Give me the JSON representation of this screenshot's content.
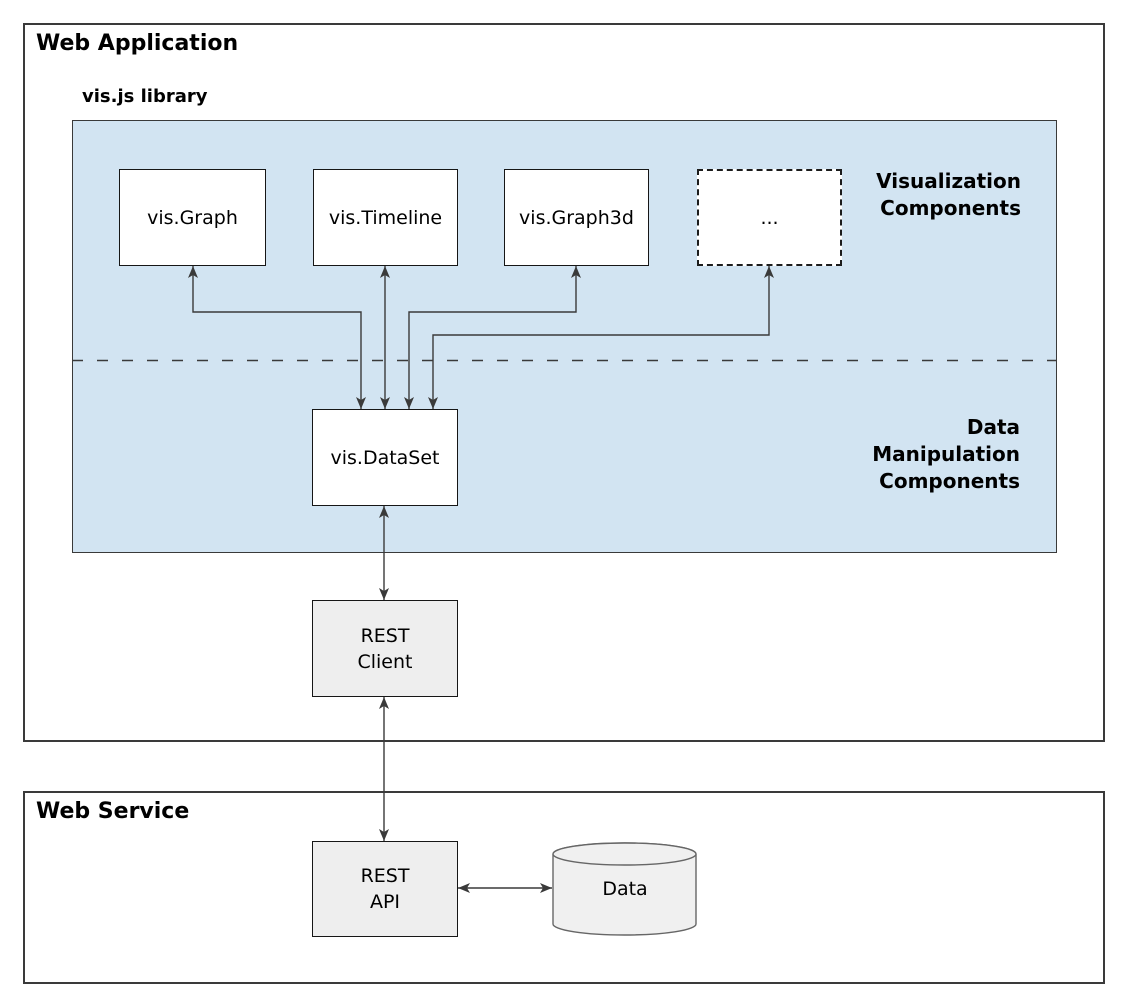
{
  "app": {
    "title": "Web Application"
  },
  "library": {
    "label": "vis.js library"
  },
  "service": {
    "title": "Web Service"
  },
  "nodes": {
    "graph": {
      "label": "vis.Graph"
    },
    "timeline": {
      "label": "vis.Timeline"
    },
    "graph3d": {
      "label": "vis.Graph3d"
    },
    "more": {
      "label": "..."
    },
    "dataset": {
      "label": "vis.DataSet"
    },
    "rest_client": {
      "line1": "REST",
      "line2": "Client"
    },
    "rest_api": {
      "line1": "REST",
      "line2": "API"
    },
    "data_store": {
      "label": "Data"
    }
  },
  "sections": {
    "visualization": {
      "line1": "Visualization",
      "line2": "Components"
    },
    "data_manipulation": {
      "line1": "Data",
      "line2": "Manipulation",
      "line3": "Components"
    }
  },
  "colors": {
    "panel_fill": "#d2e4f2",
    "node_fill": "#ffffff",
    "gray_node_fill": "#eeeeee",
    "line": "#3a3a3a"
  }
}
